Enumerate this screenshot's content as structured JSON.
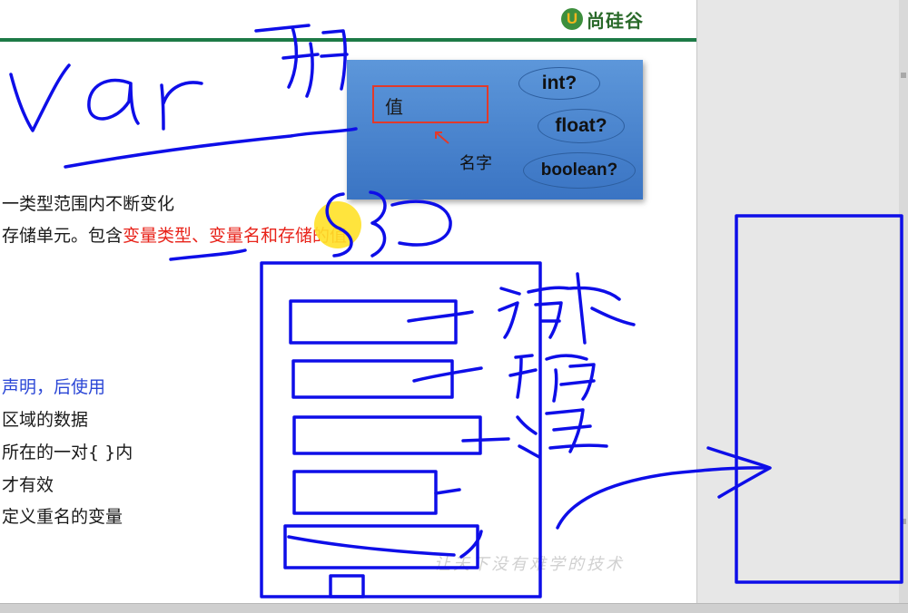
{
  "logo": {
    "mark": "U",
    "text": "尚硅谷"
  },
  "text_lines": [
    {
      "text": "一类型范围内不断变化"
    },
    {
      "prefix": "存储单元。包含",
      "highlight": "变量类型、变量名和存储的值"
    },
    {
      "text": "声明，后使用"
    },
    {
      "text": "区域的数据"
    },
    {
      "text": "所在的一对{ }内"
    },
    {
      "text": "才有效"
    },
    {
      "text": "定义重名的变量"
    }
  ],
  "diagram": {
    "value_label": "值",
    "name_label": "名字",
    "types": [
      "int?",
      "float?",
      "boolean?"
    ]
  },
  "watermark": "让天下没有难学的技术",
  "colors": {
    "header_line": "#1d7a46",
    "highlight": "#e8231a",
    "blue_text": "#2a46d6",
    "ink": "#0e0ee8",
    "diagram_bg": "#4a85cf"
  }
}
